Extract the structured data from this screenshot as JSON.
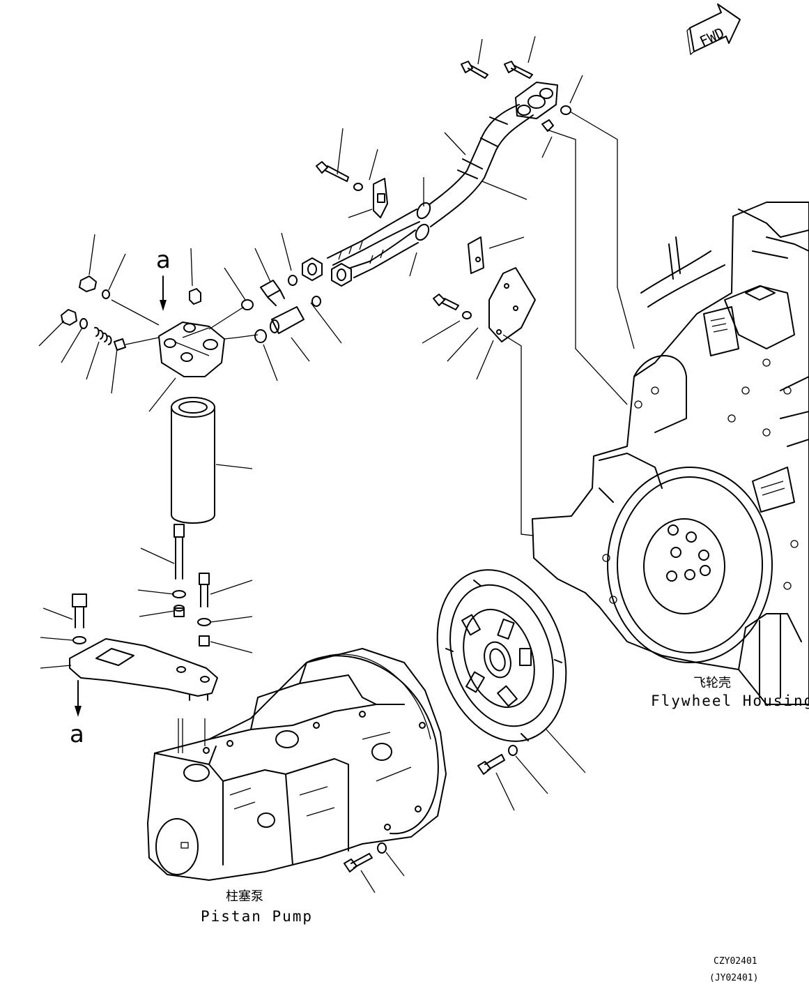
{
  "fwd_label": "FWD",
  "view_marker_top": "a",
  "view_marker_bottom": "a",
  "flywheel_housing": {
    "label_cn": "飞轮壳",
    "label_en": "Flywheel Housing"
  },
  "piston_pump": {
    "label_cn": "柱塞泵",
    "label_en": "Pistan Pump"
  },
  "drawing_code": "CZY02401",
  "drawing_code_alt": "(JY02401)"
}
